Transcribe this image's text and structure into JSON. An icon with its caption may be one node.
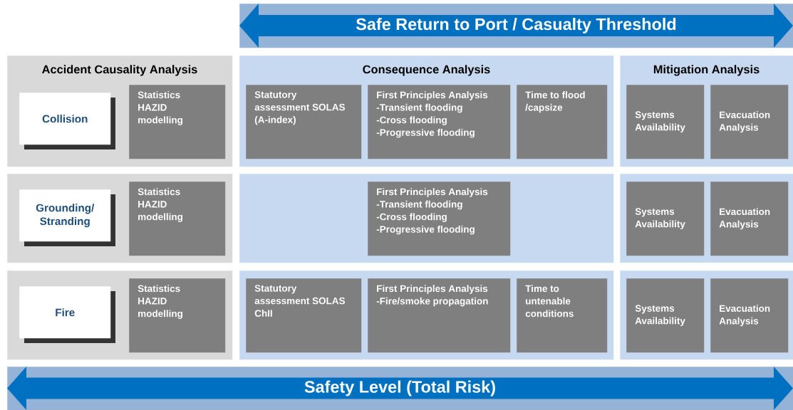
{
  "diagram": {
    "nodes": [
      {
        "text": [
          "Safe Return to Port / Casualty Threshold"
        ]
      },
      {
        "text": [
          "Accident Causality Analysis"
        ]
      },
      {
        "text": [
          "Collision"
        ],
        "in": 1
      },
      {
        "text": [
          "Statistics",
          "HAZID",
          "modelling"
        ],
        "in": 1
      },
      {
        "text": [
          "Consequence Analysis"
        ]
      },
      {
        "text": [
          "Statutory assessment SOLAS (A-index)"
        ],
        "in": 4
      },
      {
        "text": [
          "First Principles Analysis",
          "-Transient flooding",
          "-Cross flooding",
          "-Progressive flooding"
        ],
        "in": 4
      },
      {
        "text": [
          "Time to flood /capsize"
        ],
        "in": 4
      },
      {
        "text": [
          "Mitigation Analysis"
        ]
      },
      {
        "text": [
          "Systems Availability"
        ],
        "in": 8
      },
      {
        "text": [
          "Evacuation Analysis"
        ],
        "in": 8
      },
      {
        "text": [],
        "shape": "box"
      },
      {
        "text": [
          "Grounding/ Stranding"
        ],
        "in": 11
      },
      {
        "text": [
          "Statistics",
          "HAZID",
          "modelling"
        ],
        "in": 11
      },
      {
        "text": [],
        "shape": "box"
      },
      {
        "text": [
          "First Principles Analysis",
          "-Transient flooding",
          "-Cross flooding",
          "-Progressive flooding"
        ],
        "in": 14
      },
      {
        "text": [],
        "shape": "box"
      },
      {
        "text": [
          "Systems Availability"
        ],
        "in": 16
      },
      {
        "text": [
          "Evacuation Analysis"
        ],
        "in": 16
      },
      {
        "text": [],
        "shape": "box"
      },
      {
        "text": [
          "Fire"
        ],
        "in": 19
      },
      {
        "text": [
          "Statistics",
          "HAZID",
          "modelling"
        ],
        "in": 19
      },
      {
        "text": [],
        "shape": "box"
      },
      {
        "text": [
          "Statutory assessment SOLAS ChII"
        ],
        "in": 22
      },
      {
        "text": [
          "First Principles Analysis",
          "-Fire/smoke propagation"
        ],
        "in": 22
      },
      {
        "text": [
          "Time to untenable conditions"
        ],
        "in": 22
      },
      {
        "text": [],
        "shape": "box"
      },
      {
        "text": [
          "Systems Availability"
        ],
        "in": 26
      },
      {
        "text": [
          "Evacuation Analysis"
        ],
        "in": 26
      },
      {
        "text": [
          "Safety Level (Total Risk)"
        ]
      }
    ]
  }
}
